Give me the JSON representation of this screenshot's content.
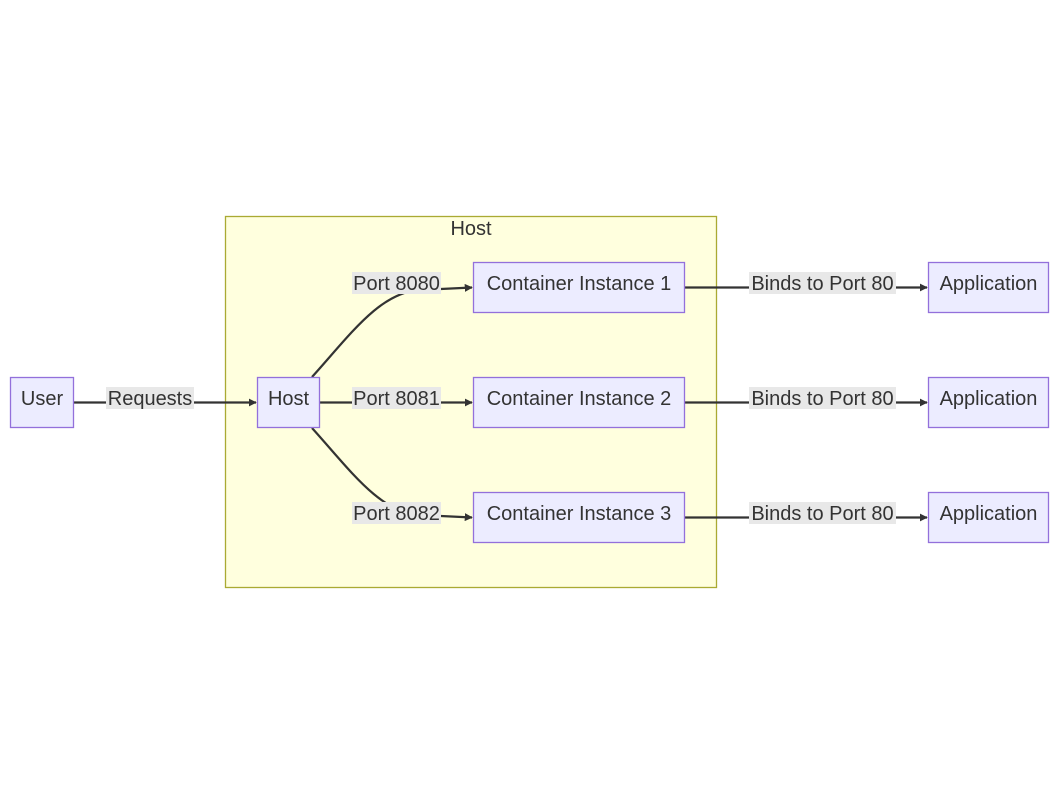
{
  "colors": {
    "node_fill": "#ECECFF",
    "node_stroke": "#9370DB",
    "cluster_fill": "#FFFFDE",
    "cluster_stroke": "#AAAA33",
    "edge": "#333333",
    "edge_label_bg": "#E8E8E8",
    "text": "#333333"
  },
  "cluster": {
    "title": "Host"
  },
  "nodes": {
    "user": "User",
    "host": "Host",
    "container1": "Container Instance 1",
    "container2": "Container Instance 2",
    "container3": "Container Instance 3",
    "app1": "Application",
    "app2": "Application",
    "app3": "Application"
  },
  "edges": {
    "requests": "Requests",
    "port8080": "Port 8080",
    "port8081": "Port 8081",
    "port8082": "Port 8082",
    "bind1": "Binds to Port 80",
    "bind2": "Binds to Port 80",
    "bind3": "Binds to Port 80"
  }
}
